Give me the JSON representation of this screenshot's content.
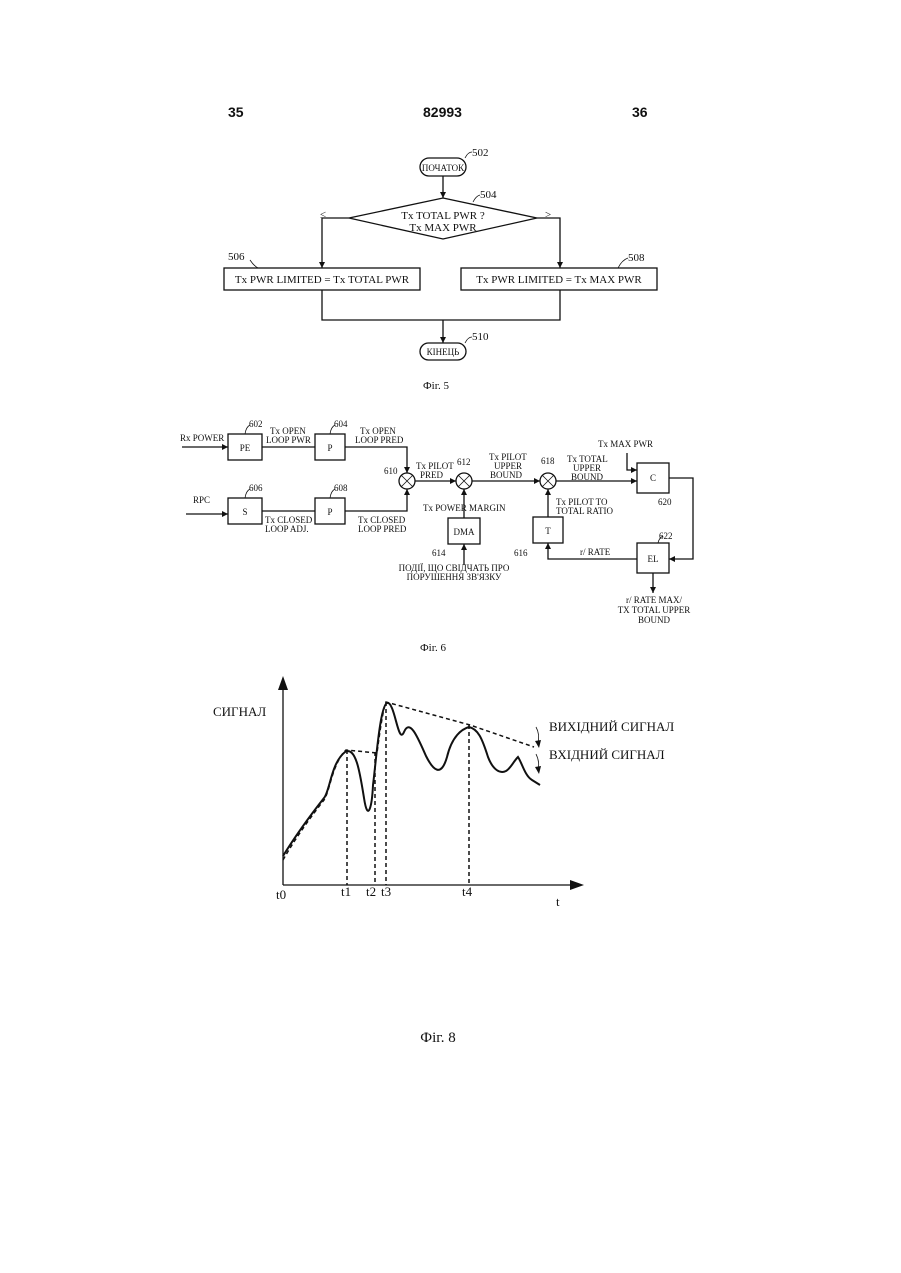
{
  "header": {
    "page_left": "35",
    "patent_number": "82993",
    "page_right": "36"
  },
  "fig5": {
    "start": "ПОЧАТОК",
    "start_ref": "502",
    "decision_line1": "Tx TOTAL PWR ?",
    "decision_line2": "Tx MAX PWR",
    "decision_ref": "504",
    "branch_left": "≤",
    "branch_right": ">",
    "box_left": "Tx PWR LIMITED = Tx TOTAL PWR",
    "box_left_ref": "506",
    "box_right": "Tx PWR LIMITED = Tx MAX PWR",
    "box_right_ref": "508",
    "end": "КІНЕЦЬ",
    "end_ref": "510",
    "caption": "Фіг. 5"
  },
  "fig6": {
    "rx_power": "Rx POWER",
    "rpc": "RPC",
    "pe": "PE",
    "pe_ref": "602",
    "p1": "P",
    "p1_ref": "604",
    "s": "S",
    "s_ref": "606",
    "p2": "P",
    "p2_ref": "608",
    "open_loop_pwr_1": "Tx OPEN",
    "open_loop_pwr_2": "LOOP PWR",
    "open_loop_pred_1": "Tx OPEN",
    "open_loop_pred_2": "LOOP PRED",
    "closed_loop_adj_1": "Tx CLOSED",
    "closed_loop_adj_2": "LOOP ADJ.",
    "closed_loop_pred_1": "Tx CLOSED",
    "closed_loop_pred_2": "LOOP PRED",
    "sum1_ref": "610",
    "sum2_ref": "612",
    "sum3_ref": "618",
    "pilot_pred_1": "Tx PILOT",
    "pilot_pred_2": "PRED",
    "pilot_upper_1": "Tx PILOT",
    "pilot_upper_2": "UPPER",
    "pilot_upper_3": "BOUND",
    "total_upper_1": "Tx TOTAL",
    "total_upper_2": "UPPER",
    "total_upper_3": "BOUND",
    "power_margin": "Tx POWER MARGIN",
    "dma": "DMA",
    "dma_ref": "614",
    "events_1": "ПОДІЇ, ЩО СВІДЧАТЬ ПРО",
    "events_2": "ПОРУШЕННЯ ЗВ'ЯЗКУ",
    "pilot_ratio_1": "Tx PILOT TO",
    "pilot_ratio_2": "TOTAL RATIO",
    "t": "T",
    "t_ref": "616",
    "max_pwr": "Tx MAX PWR",
    "c": "C",
    "c_ref": "620",
    "el": "EL",
    "el_ref": "622",
    "rate": "r/ RATE",
    "out_1": "r/ RATE MAX/",
    "out_2": "TX TOTAL UPPER",
    "out_3": "BOUND",
    "caption": "Фіг. 6"
  },
  "fig8": {
    "y_label": "СИГНАЛ",
    "x_label": "t",
    "output_label": "ВИХІДНИЙ СИГНАЛ",
    "input_label": "ВХІДНИЙ СИГНАЛ",
    "ticks": [
      "t0",
      "t1",
      "t2",
      "t3",
      "t4"
    ],
    "caption": "Фіг. 8"
  }
}
